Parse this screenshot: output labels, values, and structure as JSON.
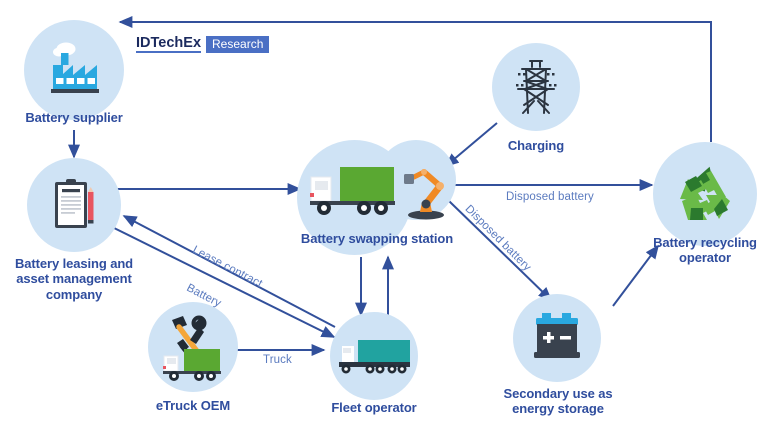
{
  "branding": {
    "name": "IDTechEx",
    "suffix": "Research",
    "name_color": "#1b2a5e",
    "suffix_bg": "#4a6fc4"
  },
  "theme": {
    "disc_fill": "#cfe3f5",
    "label_color": "#2f4d9e",
    "edge_color": "#32509b",
    "edge_label_color": "#5b7bbf",
    "canvas_bg": "#ffffff"
  },
  "nodes": [
    {
      "id": "battery-supplier",
      "label": "Battery supplier",
      "icon": "factory-icon"
    },
    {
      "id": "battery-leasing",
      "label": "Battery leasing and\nasset management\ncompany",
      "icon": "clipboard-pencil-icon"
    },
    {
      "id": "swapping-station",
      "label": "Battery swapping station",
      "icon": "truck-robot-arm-icon"
    },
    {
      "id": "charging",
      "label": "Charging",
      "icon": "power-pylon-icon"
    },
    {
      "id": "recycling-operator",
      "label": "Battery recycling\noperator",
      "icon": "recycle-icon"
    },
    {
      "id": "etruck-oem",
      "label": "eTruck OEM",
      "icon": "truck-tools-icon"
    },
    {
      "id": "fleet-operator",
      "label": "Fleet operator",
      "icon": "semi-truck-icon"
    },
    {
      "id": "secondary-use",
      "label": "Secondary use as\nenergy storage",
      "icon": "battery-icon"
    }
  ],
  "edges": [
    {
      "id": "recycling-to-supplier",
      "from": "recycling-operator",
      "to": "battery-supplier",
      "label": ""
    },
    {
      "id": "supplier-to-leasing",
      "from": "battery-supplier",
      "to": "battery-leasing",
      "label": ""
    },
    {
      "id": "leasing-to-swapping",
      "from": "battery-leasing",
      "to": "swapping-station",
      "label": ""
    },
    {
      "id": "fleet-to-leasing",
      "from": "fleet-operator",
      "to": "battery-leasing",
      "label": "Lease contract"
    },
    {
      "id": "leasing-to-fleet",
      "from": "battery-leasing",
      "to": "fleet-operator",
      "label": "Battery"
    },
    {
      "id": "charging-to-swapping",
      "from": "charging",
      "to": "swapping-station",
      "label": ""
    },
    {
      "id": "swapping-to-recycling",
      "from": "swapping-station",
      "to": "recycling-operator",
      "label": "Disposed battery"
    },
    {
      "id": "swapping-to-secondary",
      "from": "swapping-station",
      "to": "secondary-use",
      "label": "Disposed battery"
    },
    {
      "id": "secondary-to-recycling",
      "from": "secondary-use",
      "to": "recycling-operator",
      "label": ""
    },
    {
      "id": "swapping-to-fleet",
      "from": "swapping-station",
      "to": "fleet-operator",
      "label": ""
    },
    {
      "id": "fleet-to-swapping",
      "from": "fleet-operator",
      "to": "swapping-station",
      "label": ""
    },
    {
      "id": "oem-to-fleet",
      "from": "etruck-oem",
      "to": "fleet-operator",
      "label": "Truck"
    }
  ],
  "edge_labels": {
    "lease_contract": "Lease contract",
    "battery": "Battery",
    "truck": "Truck",
    "disposed_battery_top": "Disposed battery",
    "disposed_battery_diag": "Disposed battery"
  }
}
